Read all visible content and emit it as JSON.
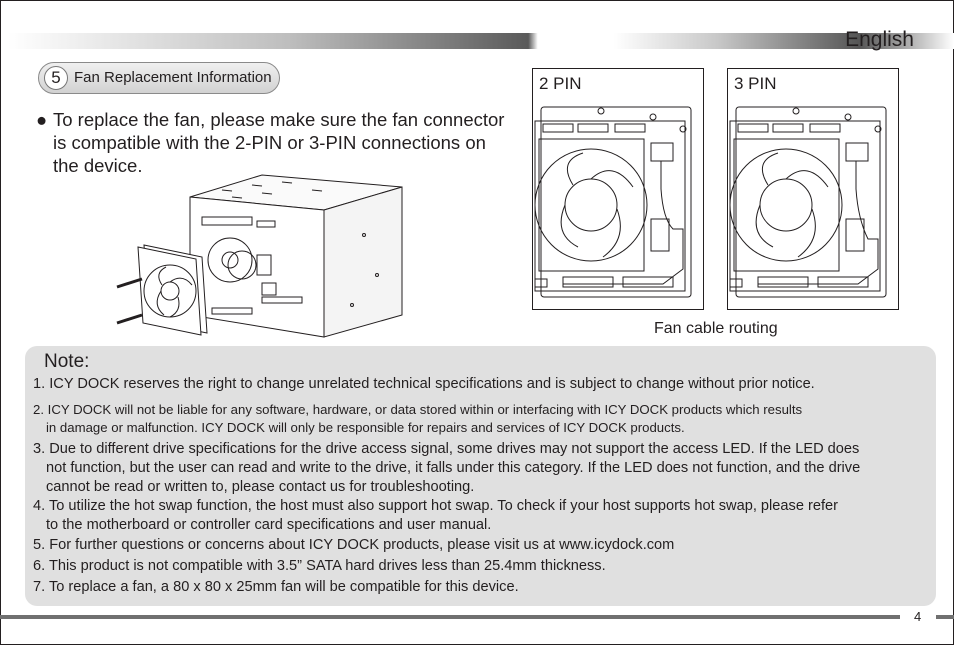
{
  "header": {
    "language": "English"
  },
  "section": {
    "number": "5",
    "title": "Fan Replacement Information"
  },
  "bullet": {
    "lines": [
      "To replace the fan, please make sure the fan connector",
      "is compatible with the 2-PIN or 3-PIN connections on",
      "the device."
    ]
  },
  "panels": [
    {
      "label": "2 PIN"
    },
    {
      "label": "3 PIN"
    }
  ],
  "caption": "Fan cable routing",
  "notes": {
    "title": "Note:",
    "items": [
      [
        "1. ICY DOCK reserves the right to change unrelated technical specifications and is subject to change without prior notice."
      ],
      [
        "2. ICY DOCK will not be liable for any software, hardware, or data stored within or interfacing with ICY DOCK products which results",
        "in damage or malfunction. ICY DOCK will only be responsible for repairs and services of ICY DOCK products."
      ],
      [
        "3. Due to different drive specifications for the drive access signal, some drives may not support the access LED. If the LED does",
        "not function, but the user can read and write to the drive, it falls under this category. If the LED does not function, and the drive",
        "cannot be read or written to, please contact us for troubleshooting."
      ],
      [
        "4. To utilize the hot swap function, the host must also support hot swap. To check if your host supports hot swap, please refer",
        " to the motherboard or controller card specifications and user manual."
      ],
      [
        "5. For further questions or concerns about ICY DOCK products, please visit us at www.icydock.com"
      ],
      [
        "6. This product is not compatible with 3.5” SATA hard drives less than 25.4mm thickness."
      ],
      [
        "7. To replace a fan, a 80 x 80 x 25mm fan will be compatible for this device."
      ]
    ]
  },
  "footer": {
    "page": "4"
  }
}
